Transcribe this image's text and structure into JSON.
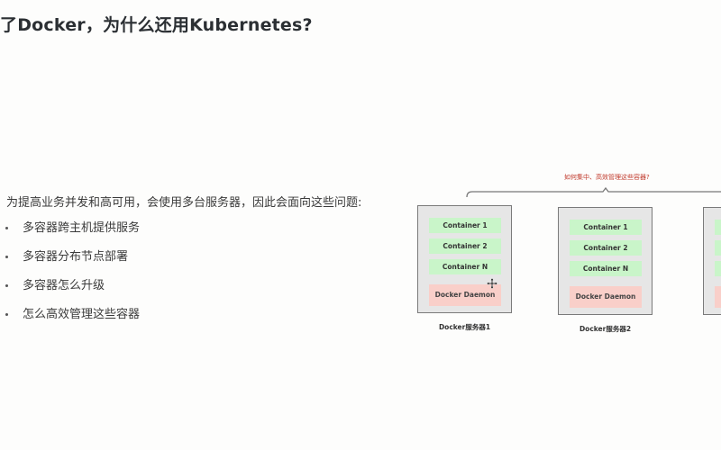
{
  "slide": {
    "title": "了Docker，为什么还用Kubernetes?",
    "intro": "为提高业务并发和高可用，会使用多台服务器，因此会面向这些问题:",
    "bullets": [
      "多容器跨主机提供服务",
      "多容器分布节点部署",
      "多容器怎么升级",
      "怎么高效管理这些容器"
    ]
  },
  "diagram": {
    "caption": "如何集中、高效管理这些容器?",
    "caption_color": "#c0392b",
    "servers": [
      {
        "label": "Docker服务器1",
        "containers": [
          "Container 1",
          "Container 2",
          "Container N"
        ],
        "daemon": "Docker Daemon"
      },
      {
        "label": "Docker服务器2",
        "containers": [
          "Container 1",
          "Container 2",
          "Container N"
        ],
        "daemon": "Docker Daemon"
      },
      {
        "label": "",
        "containers": [
          "",
          "",
          ""
        ],
        "daemon": ""
      }
    ],
    "colors": {
      "container_bg": "#c9f5c9",
      "daemon_bg": "#f9cfc9",
      "server_bg": "#e6e6e6",
      "server_border": "#7a7a7a"
    }
  }
}
